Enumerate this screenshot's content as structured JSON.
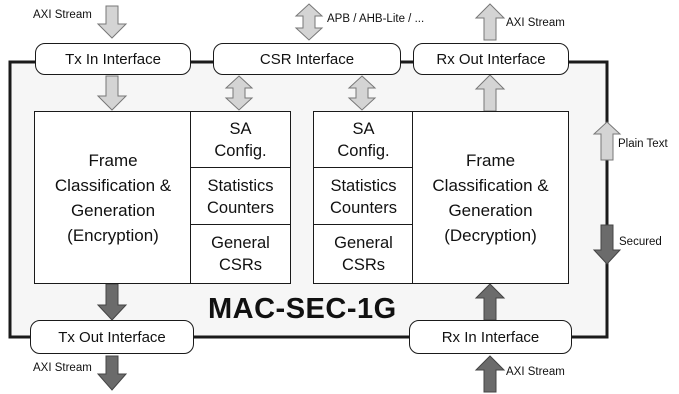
{
  "title": "MAC-SEC-1G",
  "interfaces": {
    "tx_in": "Tx In Interface",
    "csr": "CSR Interface",
    "rx_out": "Rx Out Interface",
    "tx_out": "Tx Out Interface",
    "rx_in": "Rx In Interface"
  },
  "external_labels": {
    "tx_in_stream": "AXI Stream",
    "csr_bus": "APB / AHB-Lite / ...",
    "rx_out_stream": "AXI Stream",
    "tx_out_stream": "AXI Stream",
    "rx_in_stream": "AXI Stream"
  },
  "legend": {
    "plain_text": "Plain Text",
    "secured": "Secured"
  },
  "left_block": {
    "frame": "Frame\nClassification &\nGeneration\n(Encryption)",
    "sa_config": "SA\nConfig.",
    "statistics": "Statistics\nCounters",
    "general": "General\nCSRs"
  },
  "right_block": {
    "frame": "Frame\nClassification &\nGeneration\n(Decryption)",
    "sa_config": "SA\nConfig.",
    "statistics": "Statistics\nCounters",
    "general": "General\nCSRs"
  },
  "colors": {
    "plain_arrow": "#d4d4d4",
    "secured_arrow": "#6b6b6b",
    "frame_fill": "#f6f6f6"
  }
}
